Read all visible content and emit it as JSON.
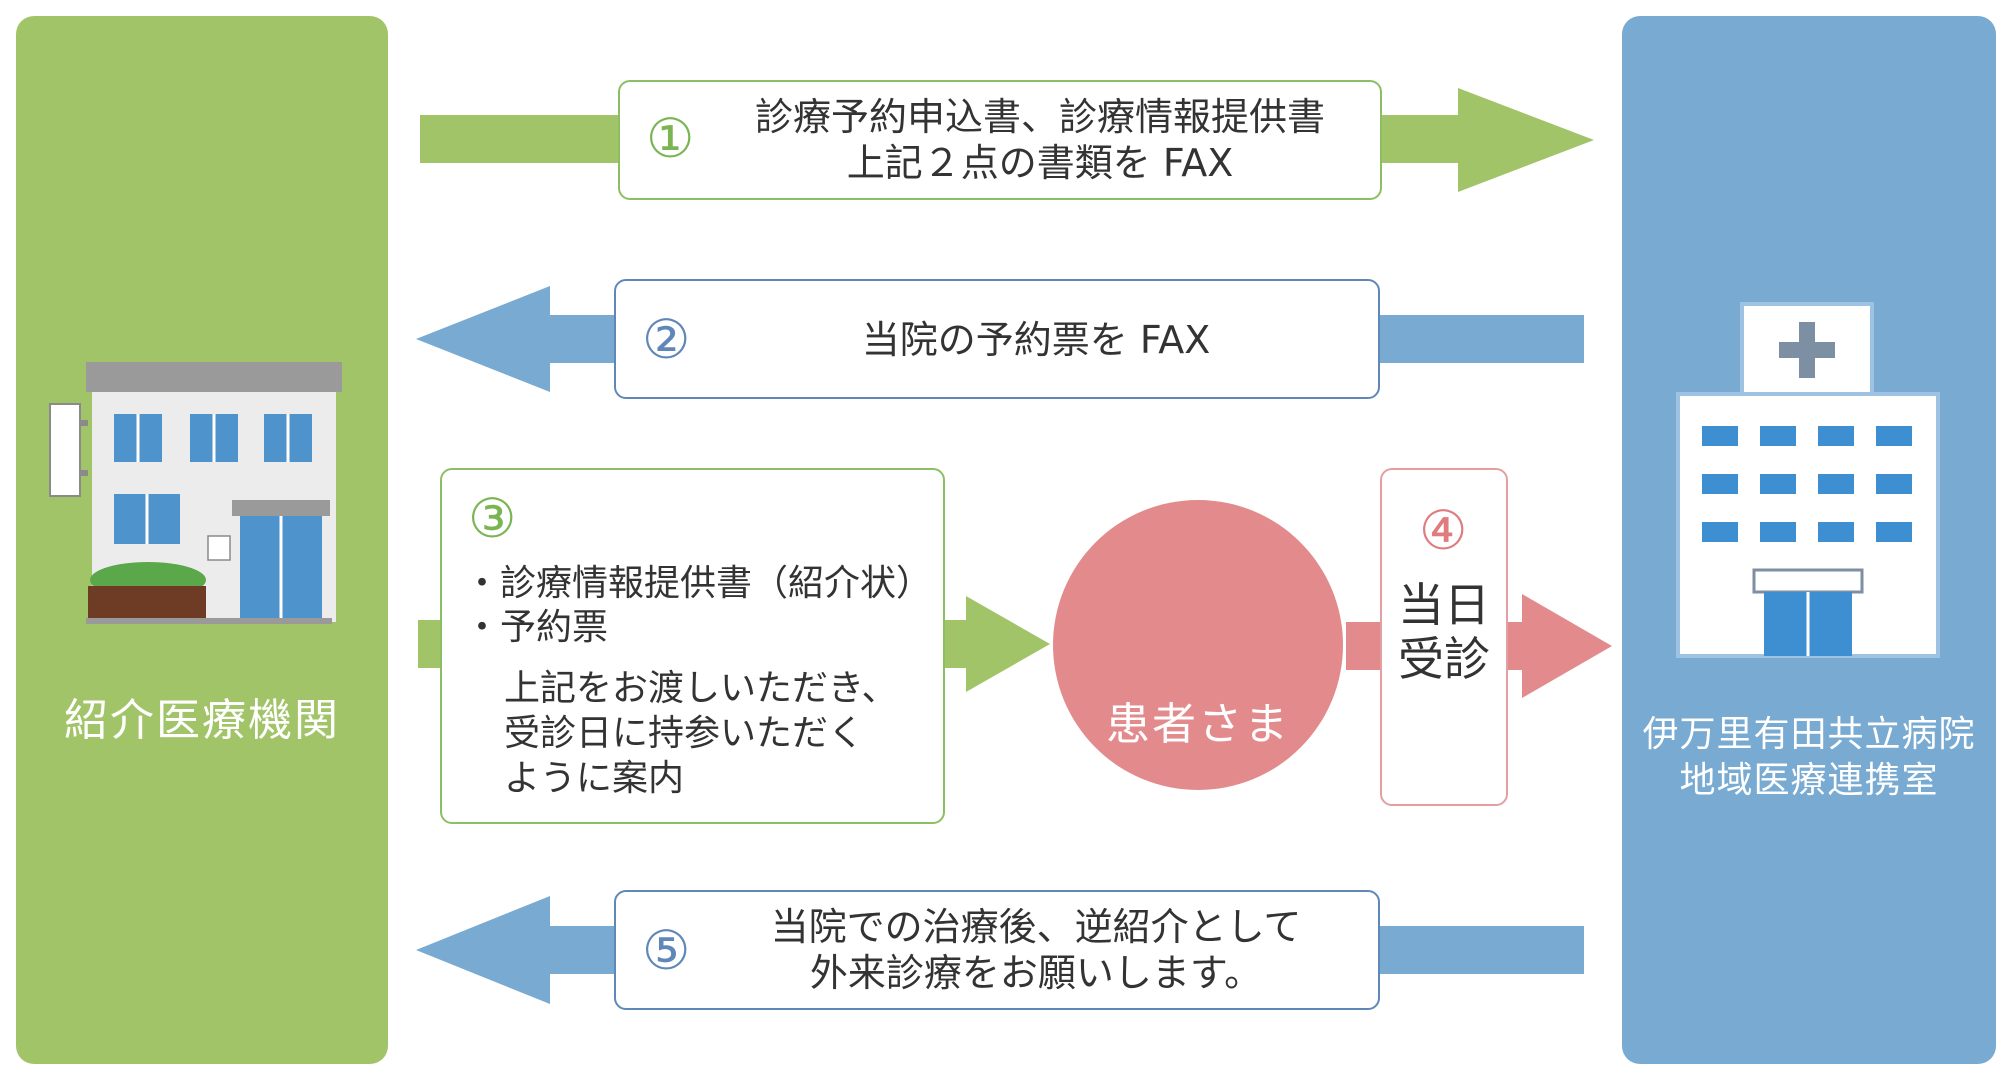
{
  "panels": {
    "left_label": "紹介医療機関",
    "right_label": "伊万里有田共立病院\n地域医療連携室"
  },
  "steps": [
    {
      "num": "①",
      "text": "診療予約申込書、診療情報提供書\n上記２点の書類を FAX"
    },
    {
      "num": "②",
      "text": "当院の予約票を FAX"
    },
    {
      "num": "③",
      "items": [
        "・診療情報提供書（紹介状）",
        "・予約票"
      ],
      "note": "上記をお渡しいただき、\n受診日に持参いただく\nように案内"
    },
    {
      "num": "④",
      "text": "当日\n受診"
    },
    {
      "num": "⑤",
      "text": "当院での治療後、逆紹介として\n外来診療をお願いします。"
    }
  ],
  "patient": {
    "label": "患者さま"
  },
  "colors": {
    "green_panel": "#a2c468",
    "blue_panel": "#78aad2",
    "green_arrow": "#a2c468",
    "blue_arrow": "#78aad2",
    "pink": "#e38a8d"
  },
  "icons": [
    "clinic-building-icon",
    "hospital-building-icon",
    "people-icon"
  ]
}
